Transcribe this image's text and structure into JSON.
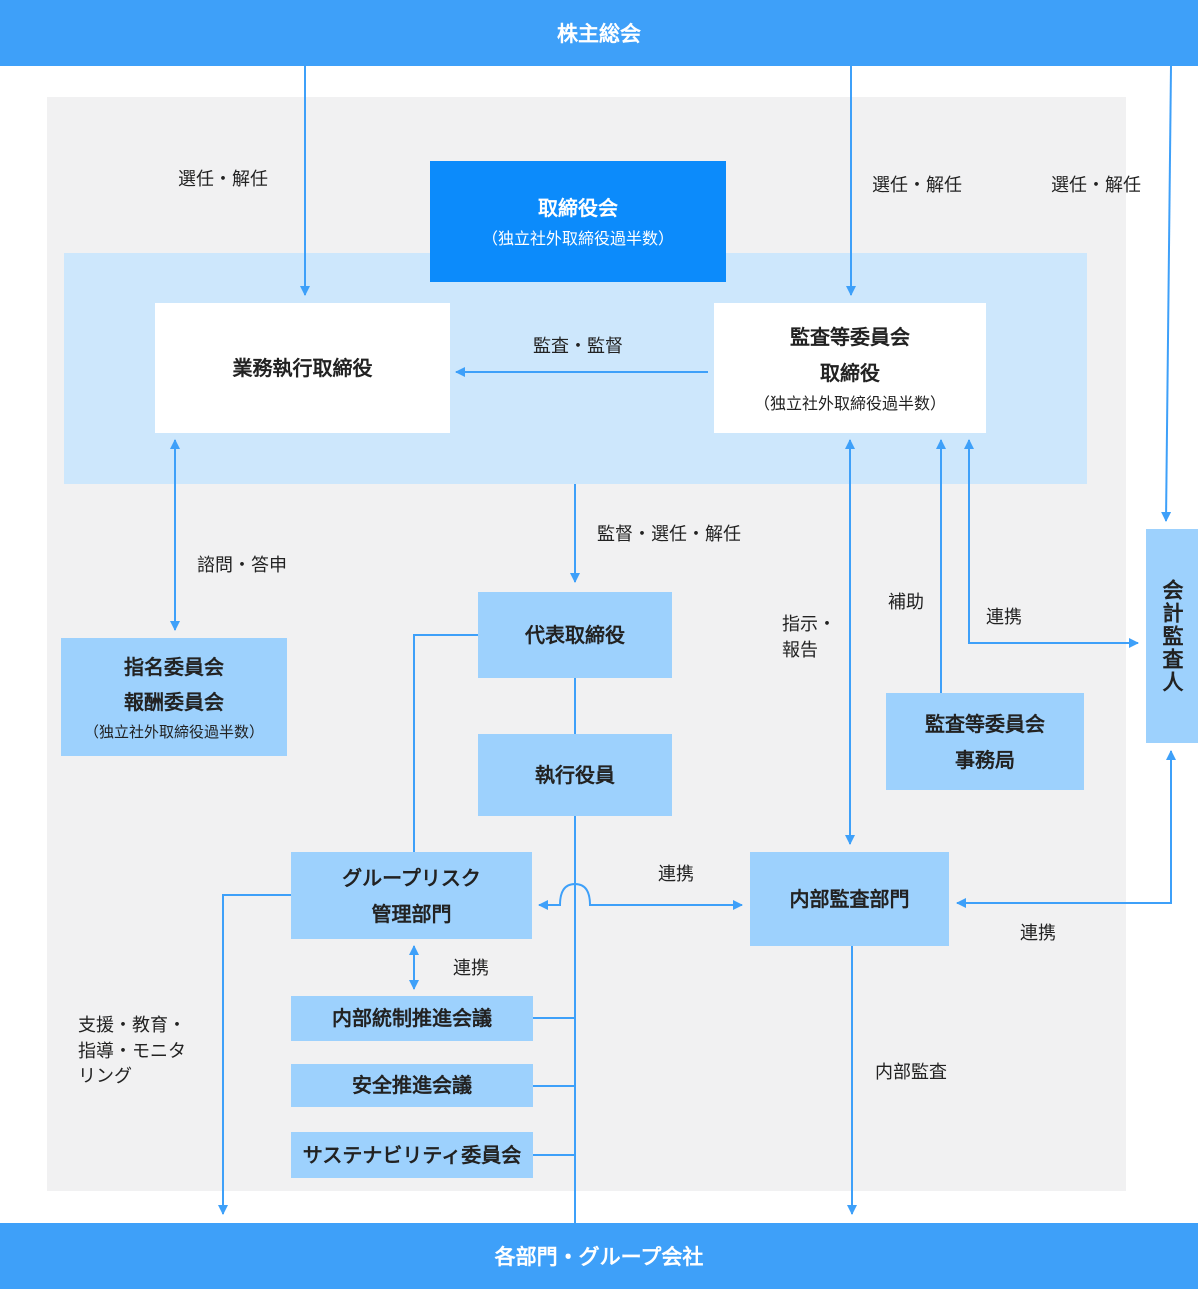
{
  "colors": {
    "top_bar": "#3ea0f9",
    "board": "#0c8bfb",
    "light_panel": "#cde7fc",
    "blue_box": "#9dd1fd",
    "grey_panel": "#f1f1f2",
    "line": "#3ea0f9"
  },
  "top_bar": "株主総会",
  "bottom_bar": "各部門・グループ会社",
  "board": {
    "title": "取締役会",
    "sub": "（独立社外取締役過半数）"
  },
  "exec_directors": "業務執行取締役",
  "audit_committee": {
    "line1": "監査等委員会",
    "line2": "取締役",
    "sub": "（独立社外取締役過半数）"
  },
  "nomination": {
    "line1": "指名委員会",
    "line2": "報酬委員会",
    "sub": "（独立社外取締役過半数）"
  },
  "representative": "代表取締役",
  "executive_officers": "執行役員",
  "group_risk": {
    "line1": "グループリスク",
    "line2": "管理部門"
  },
  "internal_audit": "内部監査部門",
  "audit_office": {
    "line1": "監査等委員会",
    "line2": "事務局"
  },
  "accounting_auditor": "会計監査人",
  "committees": [
    "内部統制推進会議",
    "安全推進会議",
    "サステナビリティ委員会"
  ],
  "labels": {
    "elect_1": "選任・解任",
    "elect_2": "選任・解任",
    "elect_3": "選任・解任",
    "audit_supervise": "監査・監督",
    "consult": "諮問・答申",
    "supervise_elect": "監督・選任・解任",
    "instruct": "指示・\n報告",
    "assist": "補助",
    "cooperate_auditor": "連携",
    "cooperate_mid": "連携",
    "cooperate_internal": "連携",
    "cooperate_risk": "連携",
    "support": "支援・教育・\n指導・モニタ\nリング",
    "internal_audit_label": "内部監査"
  }
}
